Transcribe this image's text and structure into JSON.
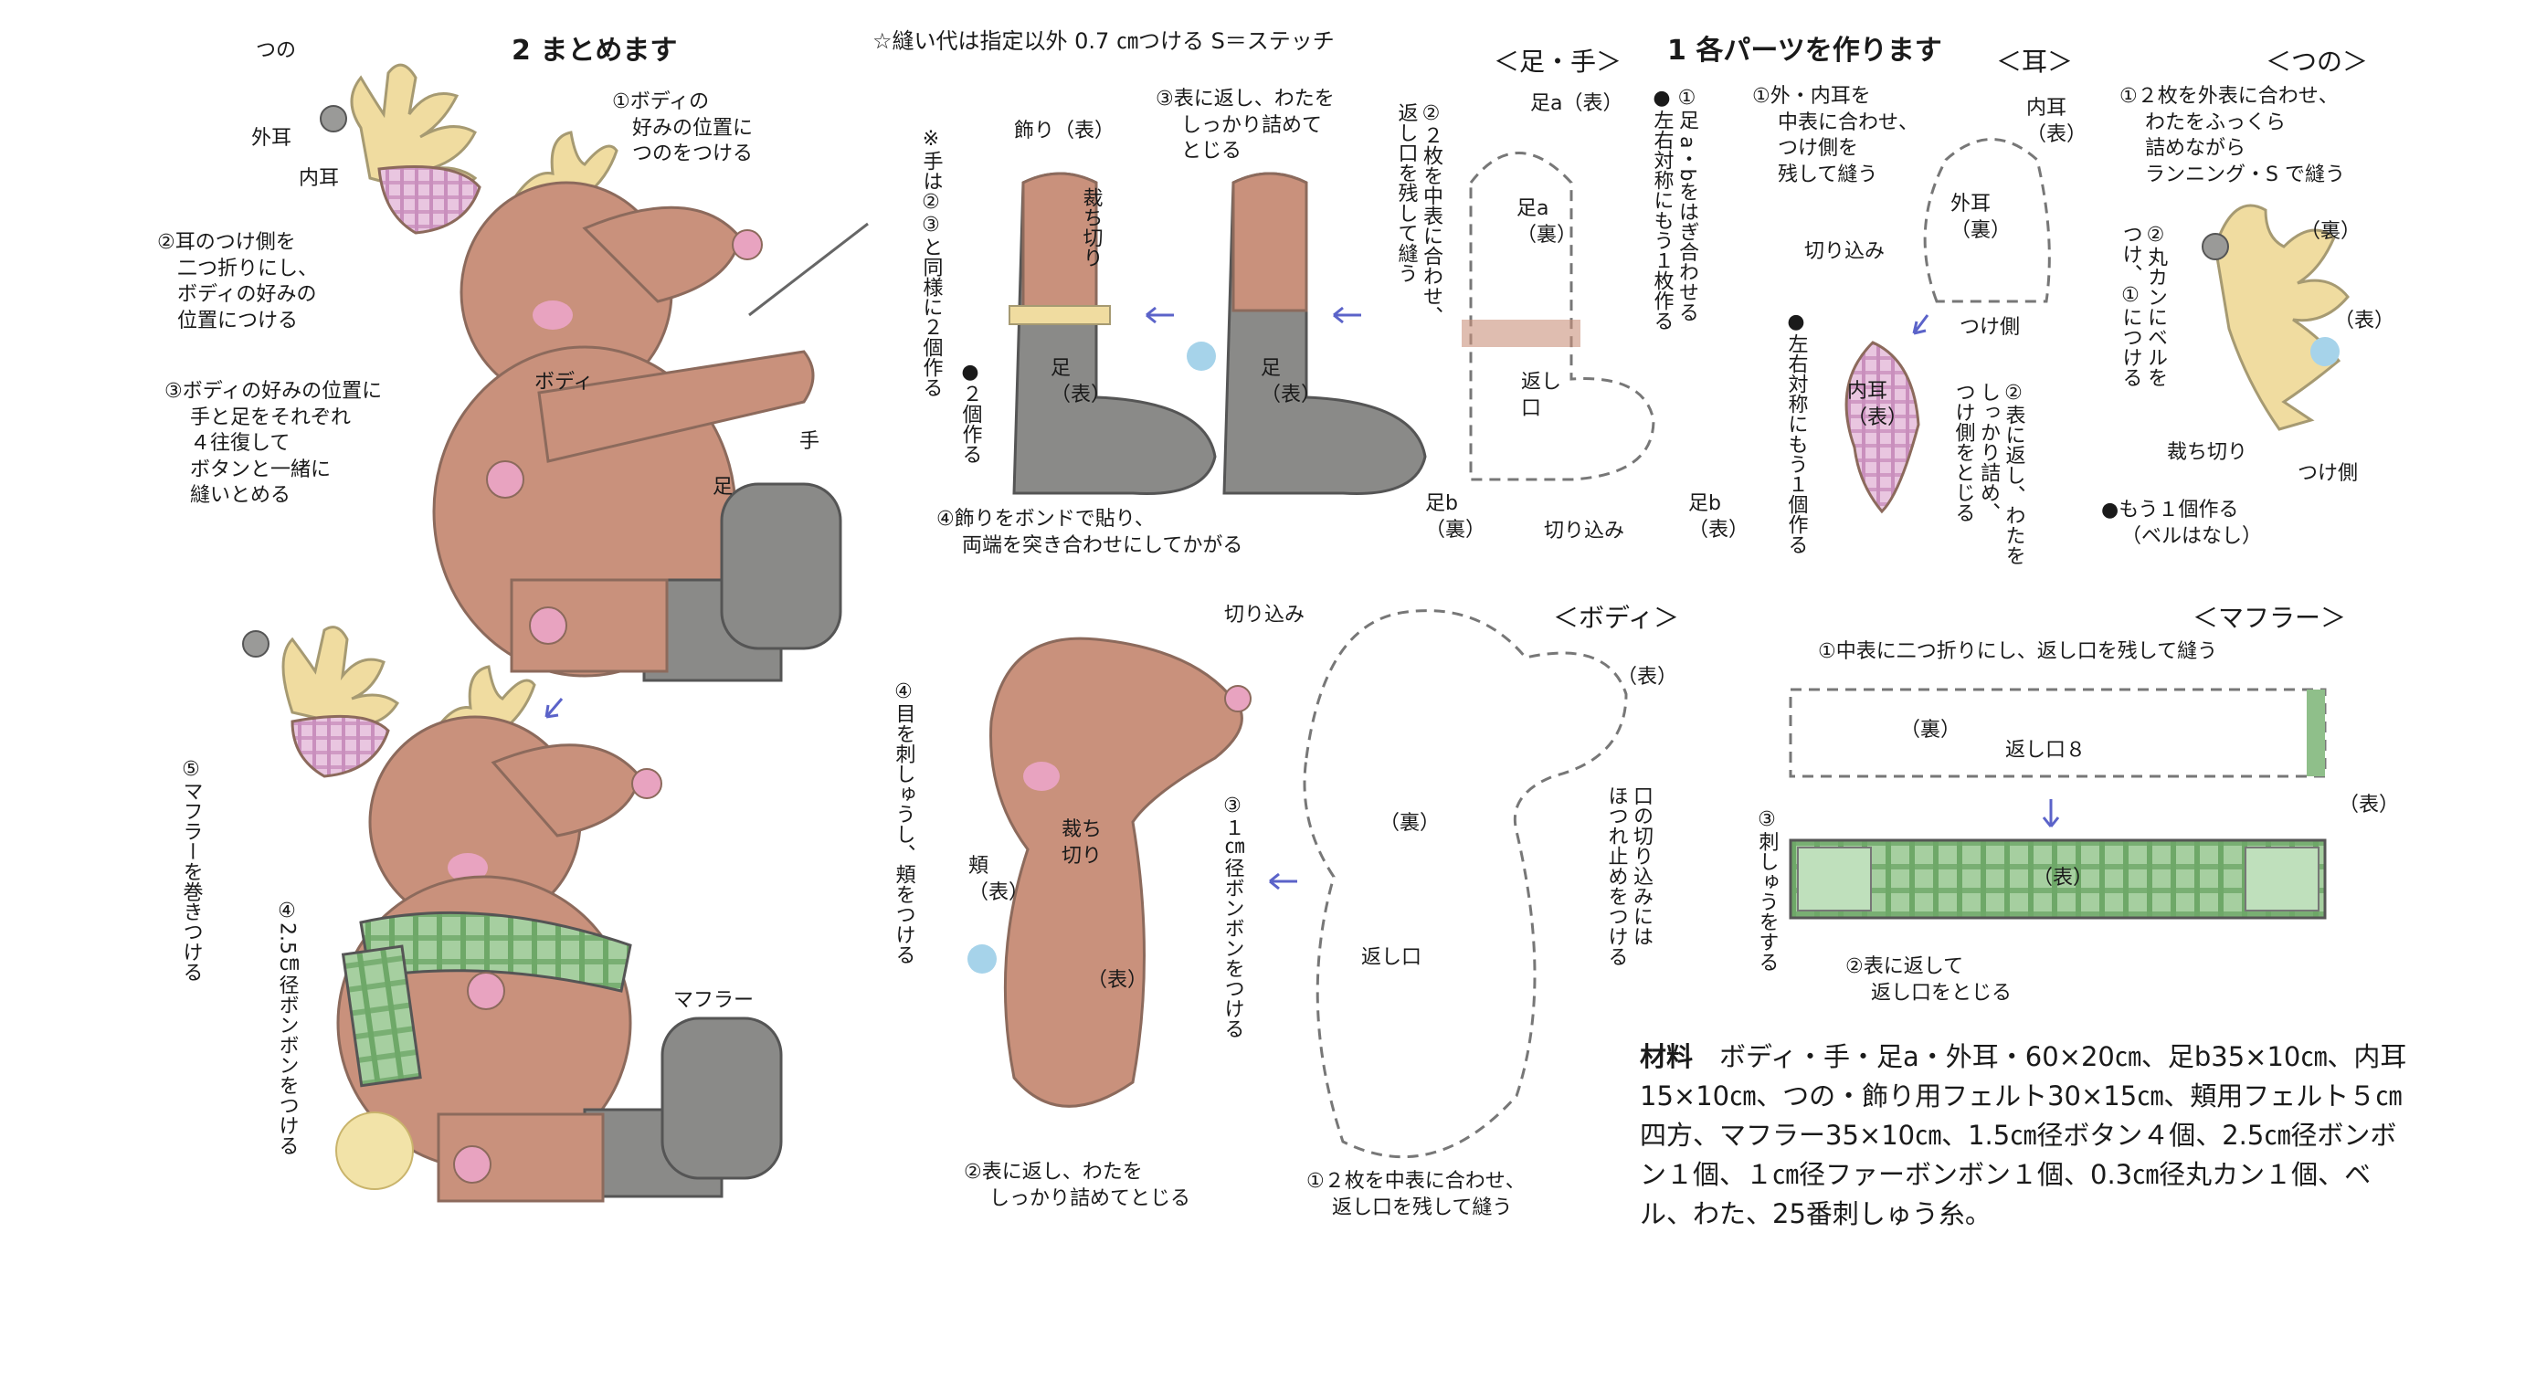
{
  "headers": {
    "assemble": "2 まとめます",
    "make_parts": "1 各パーツを作ります",
    "note": "☆縫い代は指定以外 0.7 ㎝つける S＝ステッチ"
  },
  "sections": {
    "foot_hand": "＜足・手＞",
    "ear": "＜耳＞",
    "antler": "＜つの＞",
    "body": "＜ボディ＞",
    "muffler": "＜マフラー＞"
  },
  "assemble": {
    "horn": "つの",
    "outer_ear": "外耳",
    "inner_ear": "内耳",
    "step1": [
      "①ボディの",
      "好みの位置に",
      "つのをつける"
    ],
    "step2": [
      "②耳のつけ側を",
      "二つ折りにし、",
      "ボディの好みの",
      "位置につける"
    ],
    "step3": [
      "③ボディの好みの位置に",
      "手と足をそれぞれ",
      "４往復して",
      "ボタンと一緒に",
      "縫いとめる"
    ],
    "body": "ボディ",
    "hand": "手",
    "foot": "足",
    "step5": "⑤マフラーを巻きつける",
    "step4": [
      "④",
      "2.5",
      "㎝",
      "径ボンボンをつける"
    ],
    "muffler": "マフラー"
  },
  "foothand": {
    "deco": "飾り（表）",
    "cut": "裁ち切り",
    "step3": [
      "③表に返し、わたを",
      "しっかり詰めて",
      "とじる"
    ],
    "hand_note": [
      "※手は②③と同様に２個作る"
    ],
    "two": "●２個作る",
    "foot_front": "足",
    "foot_front2": "（表）",
    "step4": [
      "④飾りをボンドで貼り、",
      "両端を突き合わせにしてかがる"
    ],
    "step2": [
      "②２枚を中表に合わせ、",
      "返し口を残して縫う"
    ],
    "foot_a_front": "足a（表）",
    "foot_a_back": "足a",
    "foot_a_back2": "（裏）",
    "opening": [
      "返し",
      "口"
    ],
    "foot_b_back": [
      "足b",
      "（裏）"
    ],
    "notch": "切り込み",
    "foot_b_front": [
      "足b",
      "（表）"
    ],
    "step1": [
      "①足 a・bをはぎ合わせる",
      "●左右対称にもう１枚作る"
    ]
  },
  "ear": {
    "step1": [
      "①外・内耳を",
      "中表に合わせ、",
      "つけ側を",
      "残して縫う"
    ],
    "inner_front": [
      "内耳",
      "（表）"
    ],
    "outer_back": [
      "外耳",
      "（裏）"
    ],
    "notch": "切り込み",
    "attach": "つけ側",
    "sym": "●左右対称にもう１個作る",
    "inner2": [
      "内耳",
      "（表）"
    ],
    "step2": [
      "②表に返し、わたを",
      "しっかり詰め、",
      "つけ側をとじる"
    ]
  },
  "antler": {
    "step1": [
      "①２枚を外表に合わせ、",
      "わたをふっくら",
      "詰めながら",
      "ランニング・S で縫う"
    ],
    "step2": [
      "②丸カンにベルを",
      "つけ、①につける"
    ],
    "back": "（裏）",
    "front": "（表）",
    "cut": "裁ち切り",
    "attach": "つけ側",
    "another": [
      "●もう１個作る",
      "（ベルはなし）"
    ]
  },
  "body": {
    "notch": "切り込み",
    "front": "（表）",
    "back": "（裏）",
    "opening": "返し口",
    "mouth_note": [
      "口の切り込みには",
      "ほつれ止めをつける"
    ],
    "step1": [
      "①２枚を中表に合わせ、",
      "返し口を残して縫う"
    ],
    "step2": [
      "②表に返し、わたを",
      "しっかり詰めてとじる"
    ],
    "step3": [
      "③１㎝径ボンボンをつける"
    ],
    "step4": [
      "④目を刺しゅうし、頬をつける"
    ],
    "cheek": [
      "頬",
      "（表）"
    ],
    "cut": [
      "裁ち",
      "切り"
    ],
    "front2": "（表）"
  },
  "muffler": {
    "step1": "①中表に二つ折りにし、返し口を残して縫う",
    "back": "（裏）",
    "opening": "返し口８",
    "front": "（表）",
    "step3": [
      "③刺しゅうをする"
    ],
    "front2": "（表）",
    "step2": [
      "②表に返して",
      "返し口をとじる"
    ]
  },
  "materials": {
    "label": "材料",
    "text": "ボディ・手・足a・外耳・60×20㎝、足b35×10㎝、内耳15×10㎝、つの・飾り用フェルト30×15㎝、頬用フェルト５㎝四方、マフラー35×10㎝、1.5㎝径ボタン４個、2.5㎝径ボンボン１個、１㎝径ファーボンボン１個、0.3㎝径丸カン１個、ベル、わた、25番刺しゅう糸。"
  },
  "colors": {
    "body": "#c9917c",
    "body_line": "#8c6a5c",
    "antler": "#f0dca0",
    "antler_line": "#a69a72",
    "boot": "#8a8a88",
    "cuff": "#9a9a98",
    "plaid": "#d6a8cc",
    "muffler": "#8fbf8a",
    "pink": "#e8a3c0",
    "pompom": "#f2e3a8",
    "arrow": "#5b63c9",
    "outline": "#777777",
    "light_blue": "#a6d3ea"
  }
}
